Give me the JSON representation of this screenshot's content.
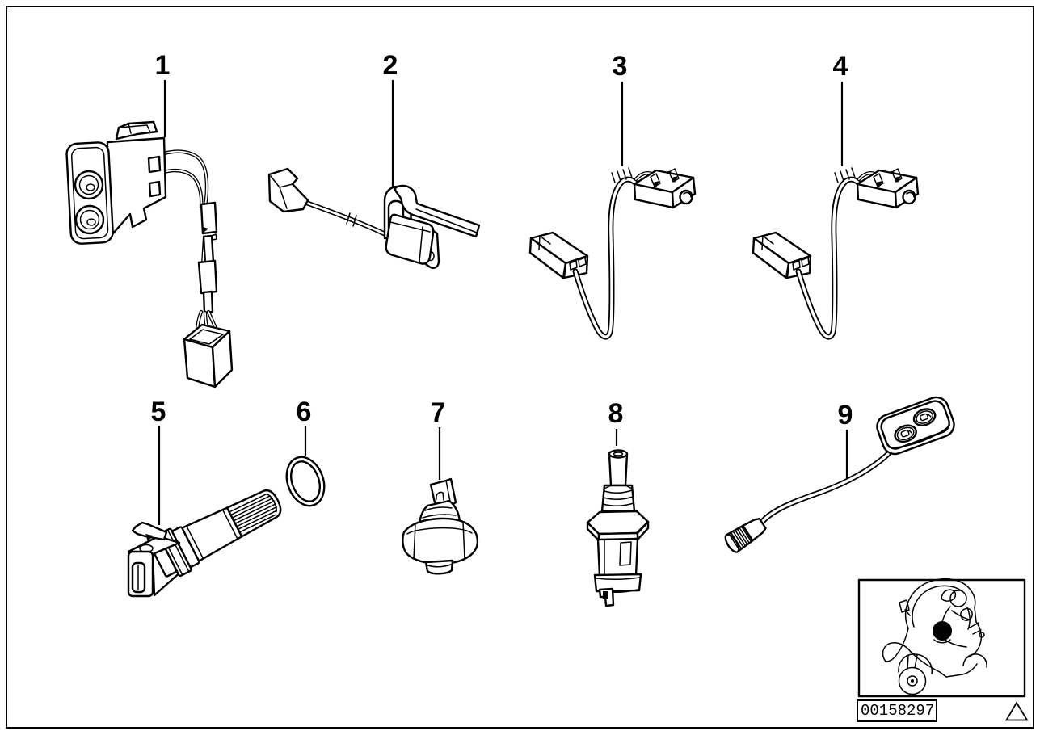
{
  "colors": {
    "background": "#ffffff",
    "line": "#000000"
  },
  "callouts": [
    {
      "label": "1",
      "part_icon": "switch-two-round-contacts-with-cable-and-plug-icon"
    },
    {
      "label": "2",
      "part_icon": "lever-microswitch-with-spade-terminal-icon"
    },
    {
      "label": "3",
      "part_icon": "microswitch-with-cable-loop-and-plug-icon"
    },
    {
      "label": "4",
      "part_icon": "microswitch-with-cable-loop-and-plug-icon"
    },
    {
      "label": "5",
      "part_icon": "cylindrical-sensor-with-connector-housing-icon"
    },
    {
      "label": "6",
      "part_icon": "o-ring-icon"
    },
    {
      "label": "7",
      "part_icon": "oil-pressure-switch-icon"
    },
    {
      "label": "8",
      "part_icon": "temperature-sensor-icon"
    },
    {
      "label": "9",
      "part_icon": "two-button-switch-pad-with-cable-icon"
    }
  ],
  "footer": {
    "drawing_number": "00158297"
  },
  "thumbnail": {
    "icon": "bmw-c1-scooter-outline-icon"
  },
  "marker": {
    "icon": "triangle-outline-icon"
  }
}
